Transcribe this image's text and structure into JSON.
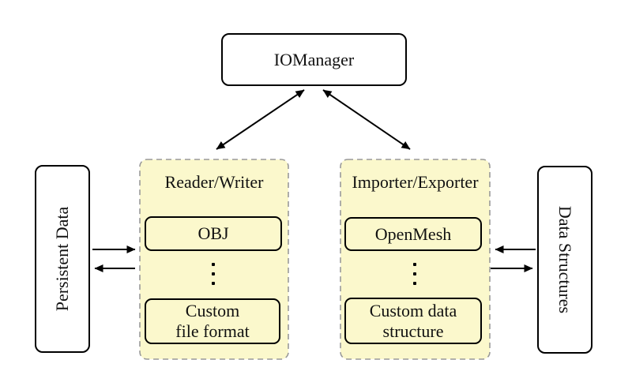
{
  "diagram": {
    "io_manager": {
      "label": "IOManager"
    },
    "persistent_data": {
      "label": "Persistent Data"
    },
    "data_structures": {
      "label": "Data Structures"
    },
    "reader_writer": {
      "label": "Reader/Writer",
      "items": [
        {
          "lines": [
            "OBJ"
          ]
        },
        {
          "lines": [
            "Custom",
            "file format"
          ]
        }
      ]
    },
    "importer_exporter": {
      "label": "Importer/Exporter",
      "items": [
        {
          "lines": [
            "OpenMesh"
          ]
        },
        {
          "lines": [
            "Custom data",
            "structure"
          ]
        }
      ]
    },
    "colors": {
      "panel_fill": "#FBF8CC",
      "panel_border": "#999999",
      "node_border": "#000000",
      "node_fill": "#FFFFFF",
      "arrow": "#000000"
    }
  }
}
